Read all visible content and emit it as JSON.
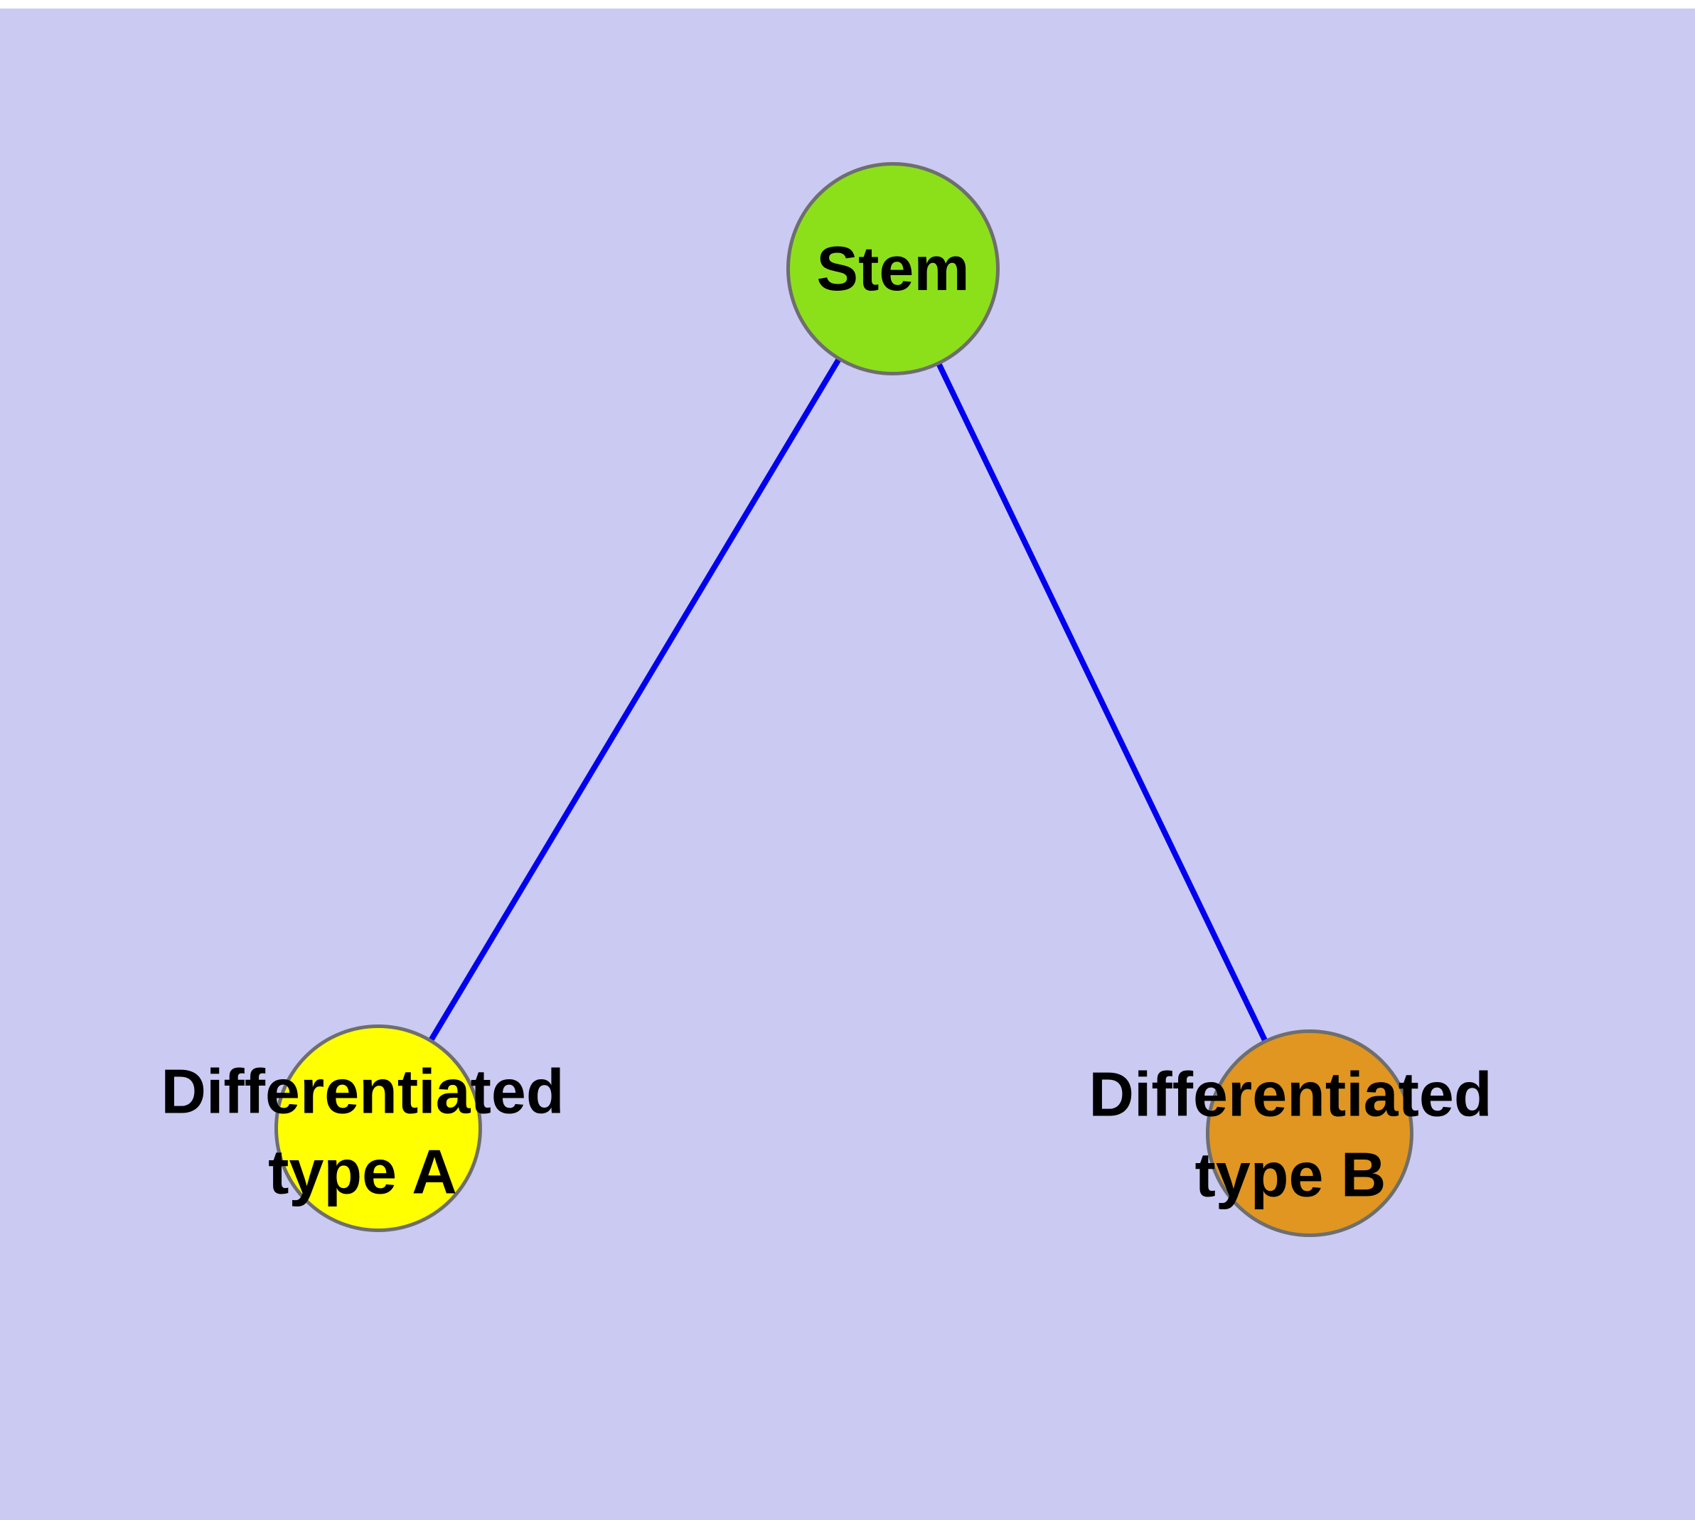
{
  "diagram": {
    "background_color": "#cacaf2",
    "edge_color": "#0000ee",
    "text_color": "#000000",
    "node_border_color": "#6e6e6e",
    "nodes": [
      {
        "id": "stem",
        "label": "Stem",
        "fill_color": "#8ce01a"
      },
      {
        "id": "differentiated-type-a",
        "label": "Differentiated\ntype A",
        "fill_color": "#ffff00"
      },
      {
        "id": "differentiated-type-b",
        "label": "Differentiated\ntype B",
        "fill_color": "#e09620"
      }
    ],
    "edges": [
      {
        "from": "stem",
        "to": "differentiated-type-a"
      },
      {
        "from": "stem",
        "to": "differentiated-type-b"
      }
    ]
  }
}
